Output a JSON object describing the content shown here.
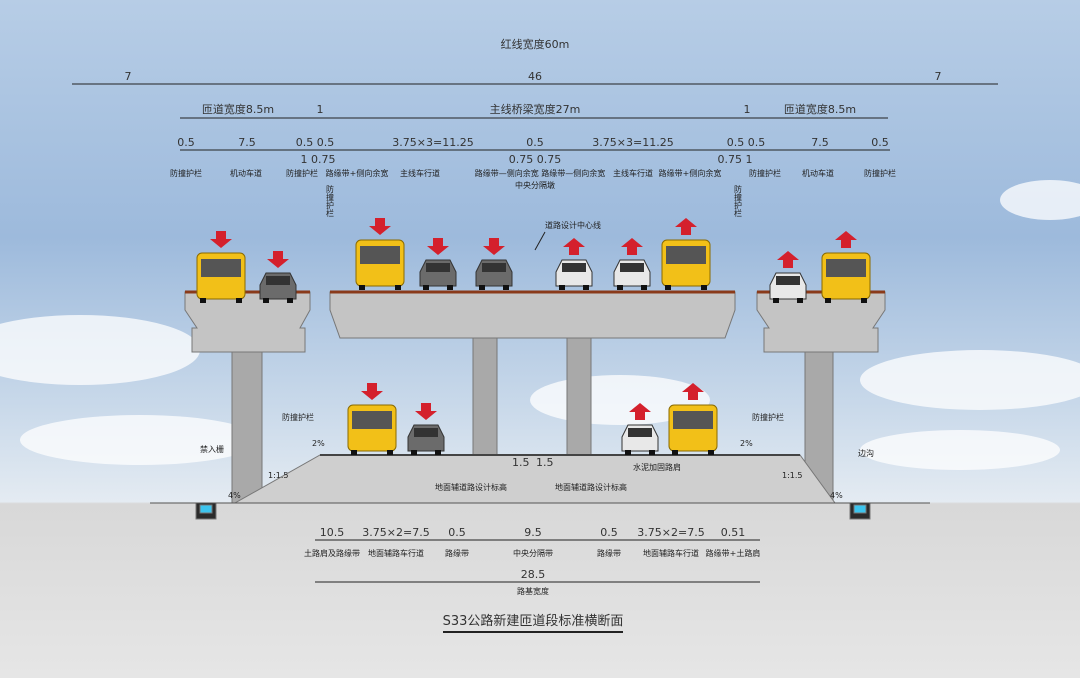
{
  "title": "S33公路新建匝道段标准横断面",
  "top_dims": {
    "red_line_width": "红线宽度60m",
    "row1": [
      "7",
      "46",
      "7"
    ],
    "row2": [
      "匝道宽度8.5m",
      "1",
      "主线桥梁宽度27m",
      "1",
      "匝道宽度8.5m"
    ],
    "row3": [
      "0.5",
      "7.5",
      "0.5 0.5",
      "3.75×3=11.25",
      "0.5",
      "3.75×3=11.25",
      "0.5 0.5",
      "7.5",
      "0.5"
    ],
    "row3_sub": [
      "1 0.75",
      "0.75 0.75",
      "0.75 1"
    ],
    "labels": [
      "防撞护栏",
      "机动车道",
      "防撞护栏",
      "路缘带+侧向余宽",
      "主线车行道",
      "路缘带—侧向余宽 路缘带—侧向余宽",
      "中央分隔墩",
      "主线车行道",
      "路缘带+侧向余宽",
      "防撞护栏",
      "机动车道",
      "防撞护栏"
    ],
    "vertical_labels": [
      "防撞护栏",
      "防撞护栏"
    ]
  },
  "annotations": {
    "design_centerline": "道路设计中心线",
    "guardrail_left": "防撞护栏",
    "guardrail_right": "防撞护栏",
    "fence": "禁入栅",
    "ditch": "边沟",
    "slope_left": "1:1.5",
    "slope_right": "1:1.5",
    "cross_slope_left": "1.5",
    "cross_slope_right": "1.5",
    "slope_pct_left": "2%",
    "slope_pct_right": "2%",
    "ground_elev_left": "地面辅道路设计标高",
    "ground_elev_right": "地面辅道路设计标高",
    "reinforced_shoulder": "水泥加固路肩",
    "gutter_left": "4%",
    "gutter_right": "4%"
  },
  "bottom_dims": {
    "values": [
      "10.5",
      "3.75×2=7.5",
      "0.5",
      "9.5",
      "0.5",
      "3.75×2=7.5",
      "0.51"
    ],
    "labels": [
      "土路肩及路缘带",
      "地面辅路车行道",
      "路缘带",
      "中央分隔带",
      "路缘带",
      "地面辅路车行道",
      "路缘带+土路肩"
    ],
    "total": "28.5",
    "total_label": "路基宽度"
  },
  "colors": {
    "arrow": "#d4202c",
    "bus": "#f2c018",
    "deck": "#c9c9c9"
  }
}
